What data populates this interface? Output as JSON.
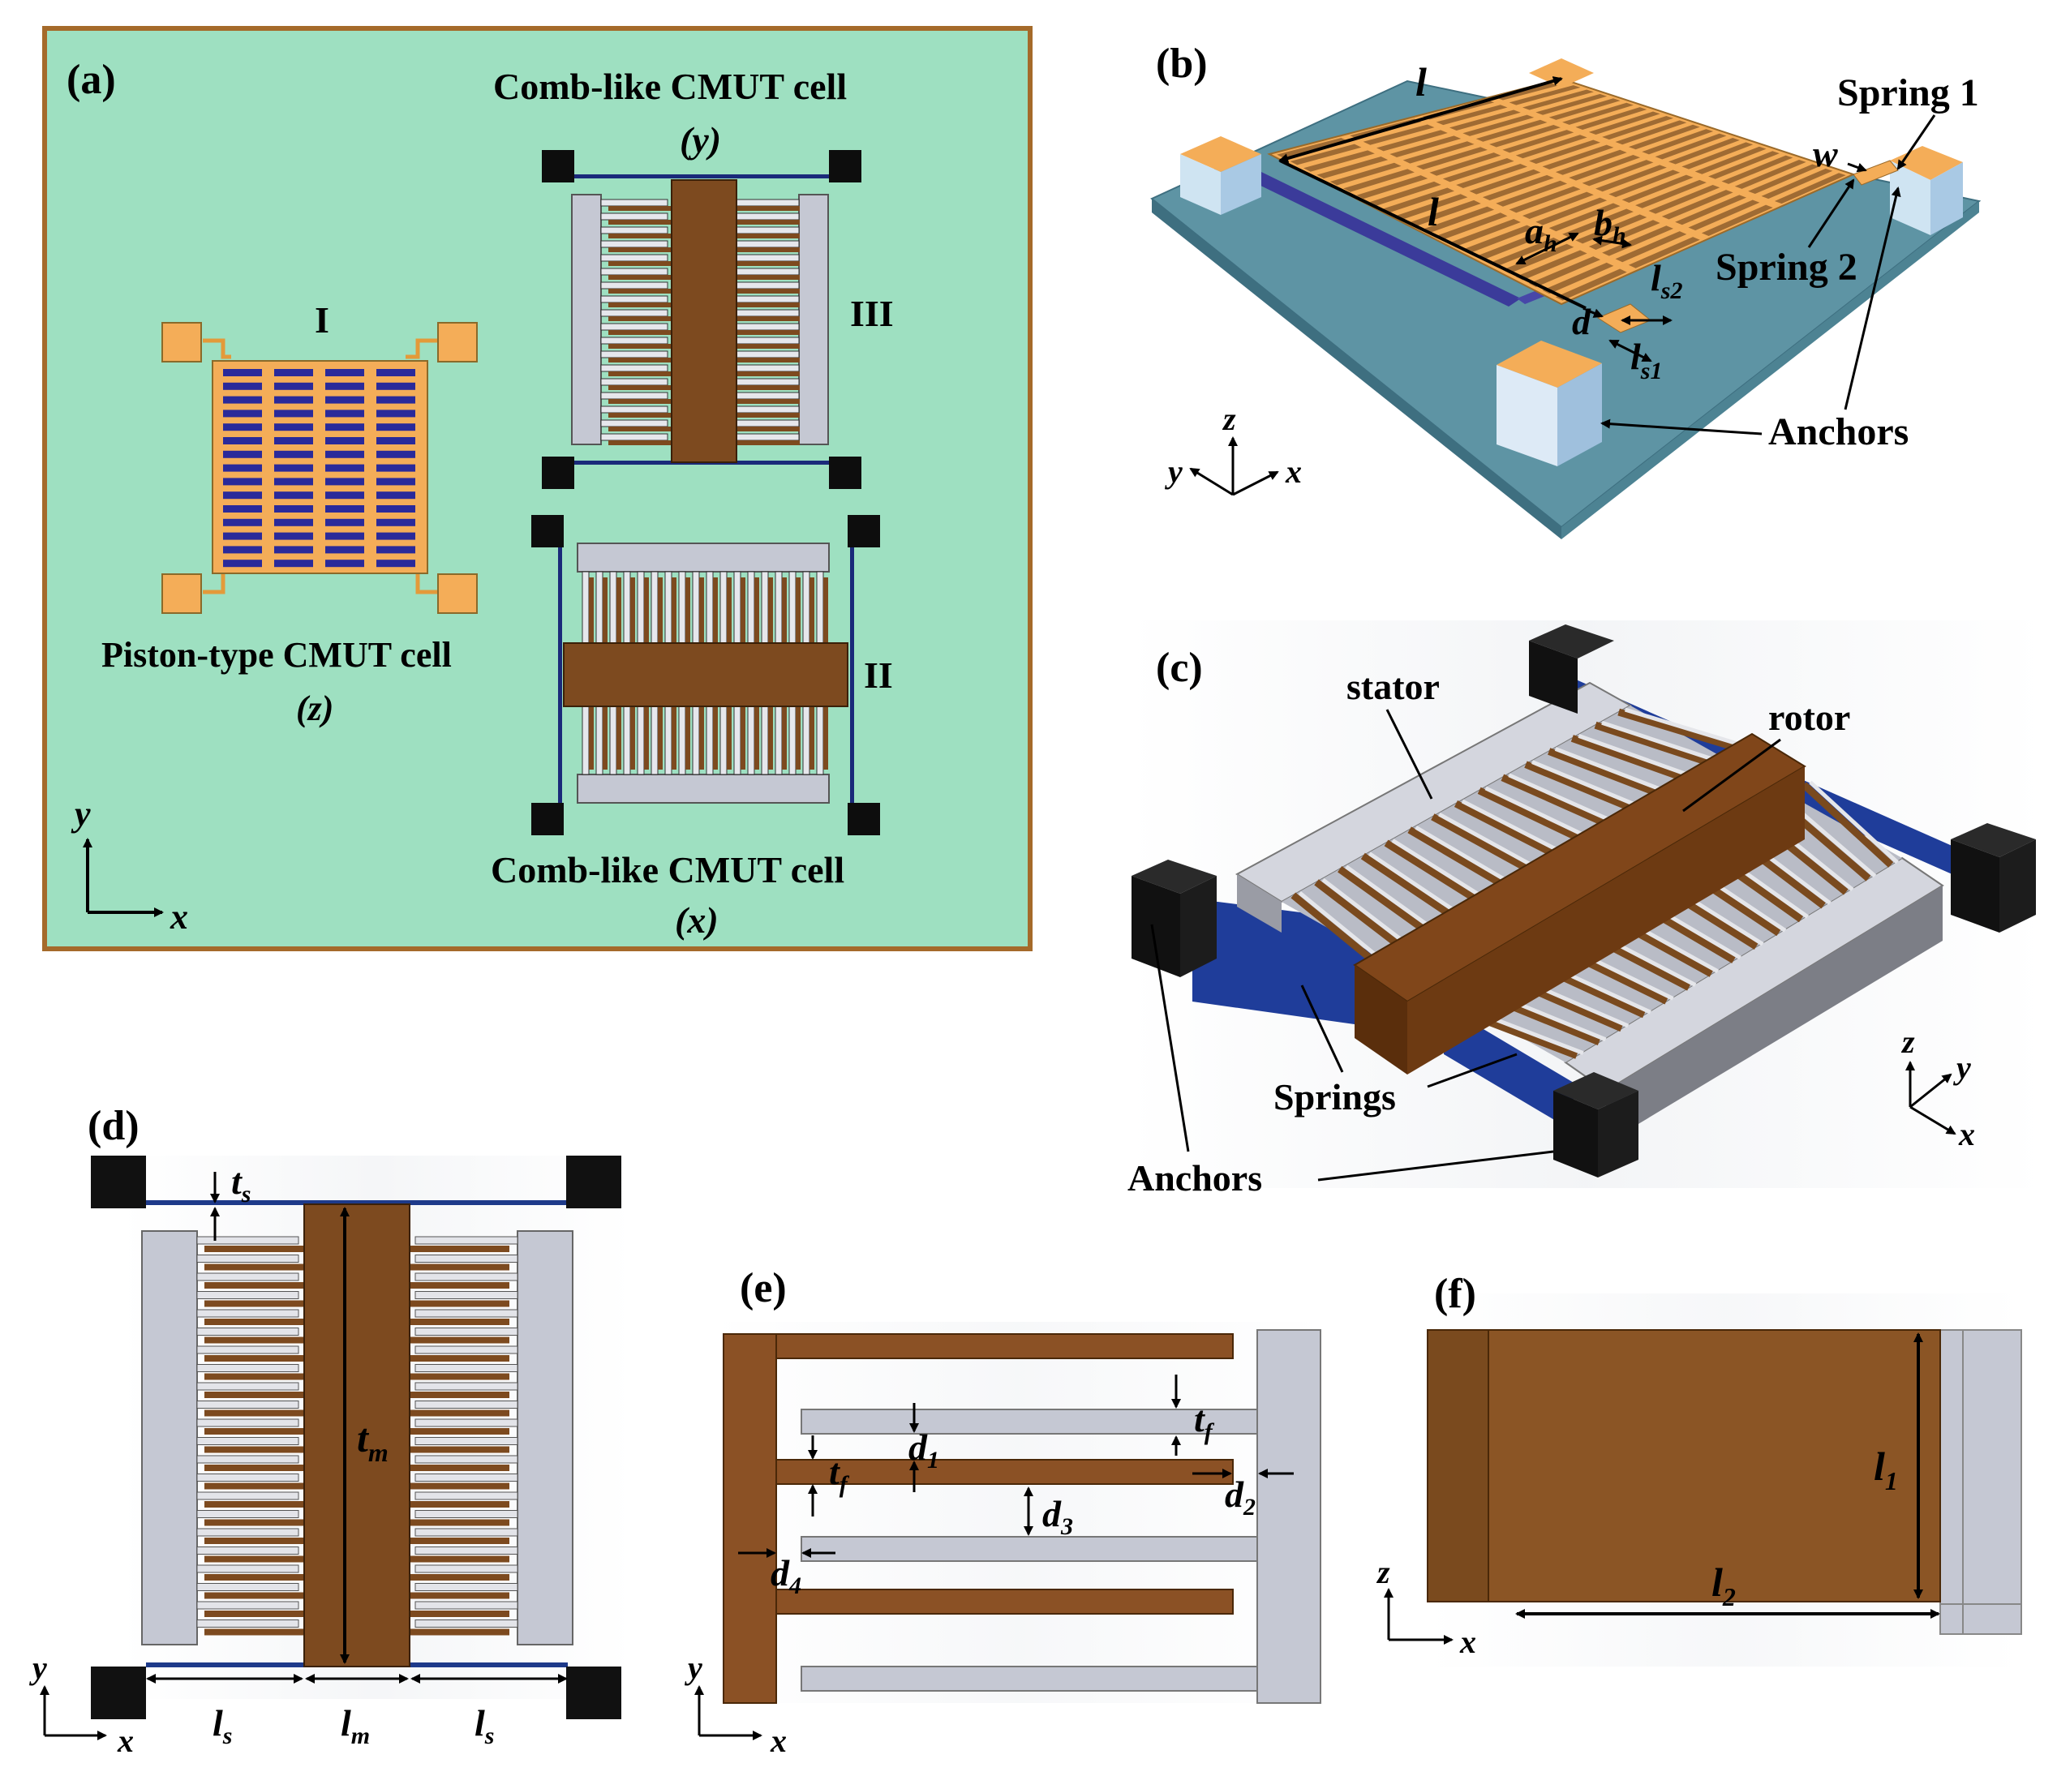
{
  "panel_a": {
    "tag": "(a)",
    "cell_y_title": "Comb-like CMUT cell",
    "cell_y_axis": "(y)",
    "cell_x_title": "Comb-like CMUT cell",
    "cell_x_axis": "(x)",
    "piston_title": "Piston-type CMUT cell",
    "piston_axis": "(z)",
    "roman_1": "I",
    "roman_2": "II",
    "roman_3": "III",
    "axis_y": "y",
    "axis_x": "x"
  },
  "panel_b": {
    "tag": "(b)",
    "l_top": "l",
    "l_side": "l",
    "a_h": "a",
    "a_h_sub": "h",
    "b_h": "b",
    "b_h_sub": "h",
    "ls2": "l",
    "ls2_sub": "s2",
    "ls1": "l",
    "ls1_sub": "s1",
    "d": "d",
    "w": "w",
    "spring1": "Spring 1",
    "spring2": "Spring 2",
    "anchors": "Anchors",
    "axis_z": "z",
    "axis_y": "y",
    "axis_x": "x"
  },
  "panel_c": {
    "tag": "(c)",
    "stator": "stator",
    "rotor": "rotor",
    "springs": "Springs",
    "anchors": "Anchors",
    "axis_z": "z",
    "axis_y": "y",
    "axis_x": "x"
  },
  "panel_d": {
    "tag": "(d)",
    "ts": "t",
    "ts_sub": "s",
    "tm": "t",
    "tm_sub": "m",
    "ls_left": "l",
    "ls_left_sub": "s",
    "lm": "l",
    "lm_sub": "m",
    "ls_right": "l",
    "ls_right_sub": "s",
    "axis_y": "y",
    "axis_x": "x"
  },
  "panel_e": {
    "tag": "(e)",
    "tf_right": "t",
    "tf_right_sub": "f",
    "tf_left": "t",
    "tf_left_sub": "f",
    "d1": "d",
    "d1_sub": "1",
    "d2": "d",
    "d2_sub": "2",
    "d3": "d",
    "d3_sub": "3",
    "d4": "d",
    "d4_sub": "4",
    "axis_y": "y",
    "axis_x": "x"
  },
  "panel_f": {
    "tag": "(f)",
    "l1": "l",
    "l1_sub": "1",
    "l2": "l",
    "l2_sub": "2",
    "axis_z": "z",
    "axis_x": "x"
  },
  "colors": {
    "panel_a_bg": "#9ee0c1",
    "panel_a_border": "#a56a2a",
    "orange": "#f4ad58",
    "blue_hole": "#2a2a9a",
    "brown": "#7d4a1f",
    "grey": "#c5c8d3",
    "anchor": "#0d0d0d",
    "spring_blue": "#1e3a8a"
  }
}
